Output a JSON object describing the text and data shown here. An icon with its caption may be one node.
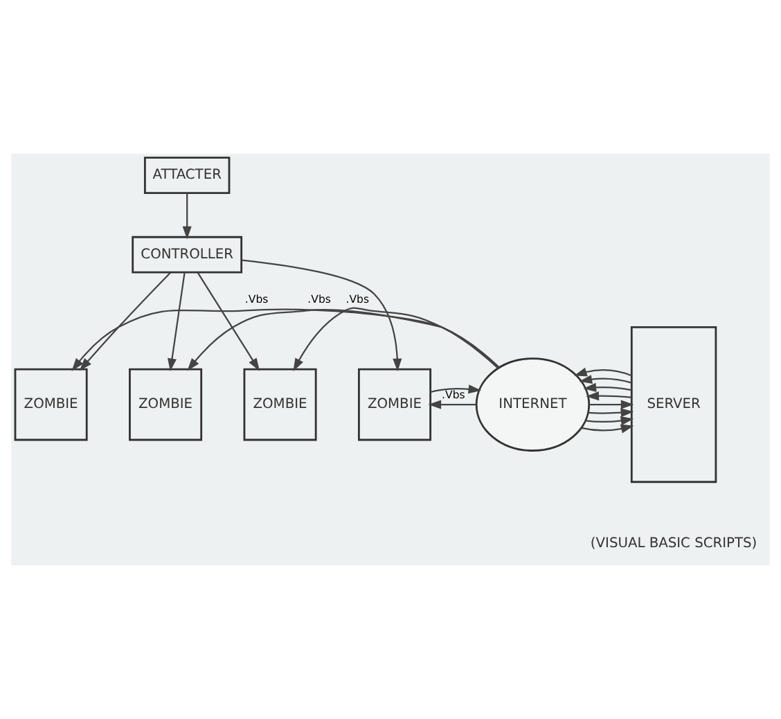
{
  "diagram": {
    "nodes": [
      {
        "text": [
          "ATTACTER"
        ]
      },
      {
        "text": [
          "CONTROLLER"
        ]
      },
      {
        "text": [
          "ZOMBIE"
        ]
      },
      {
        "text": [
          "ZOMBIE"
        ]
      },
      {
        "text": [
          "ZOMBIE"
        ]
      },
      {
        "text": [
          "ZOMBIE"
        ]
      },
      {
        "text": [
          "INTERNET"
        ]
      },
      {
        "text": [
          "SERVER"
        ]
      }
    ],
    "edges": [
      {
        "from": 0,
        "to": 1,
        "arrow": "to"
      },
      {
        "from": 1,
        "to": 2,
        "arrow": "to"
      },
      {
        "from": 1,
        "to": 3,
        "arrow": "to"
      },
      {
        "from": 1,
        "to": 4,
        "arrow": "to"
      },
      {
        "from": 1,
        "to": 5,
        "arrow": "to"
      },
      {
        "from": 5,
        "to": 6,
        "arrow": "to"
      },
      {
        "from": 6,
        "to": 7,
        "arrow": "to"
      },
      {
        "from": 6,
        "to": 7,
        "arrow": "to"
      },
      {
        "from": 6,
        "to": 7,
        "arrow": "to"
      },
      {
        "from": 6,
        "to": 7,
        "arrow": "to"
      },
      {
        "from": 6,
        "to": 5,
        "arrow": "to",
        "label": ".Vbs"
      },
      {
        "from": 6,
        "to": 4,
        "arrow": "to",
        "label": ".Vbs"
      },
      {
        "from": 6,
        "to": 3,
        "arrow": "to",
        "label": ".Vbs"
      },
      {
        "from": 6,
        "to": 2,
        "arrow": "to",
        "label": ".Vbs"
      },
      {
        "from": 7,
        "to": 6,
        "arrow": "to"
      },
      {
        "from": 7,
        "to": 6,
        "arrow": "to"
      },
      {
        "from": 7,
        "to": 6,
        "arrow": "to"
      },
      {
        "from": 7,
        "to": 6,
        "arrow": "to"
      }
    ],
    "labels": [
      "(VISUAL BASIC SCRIPTS)"
    ]
  }
}
